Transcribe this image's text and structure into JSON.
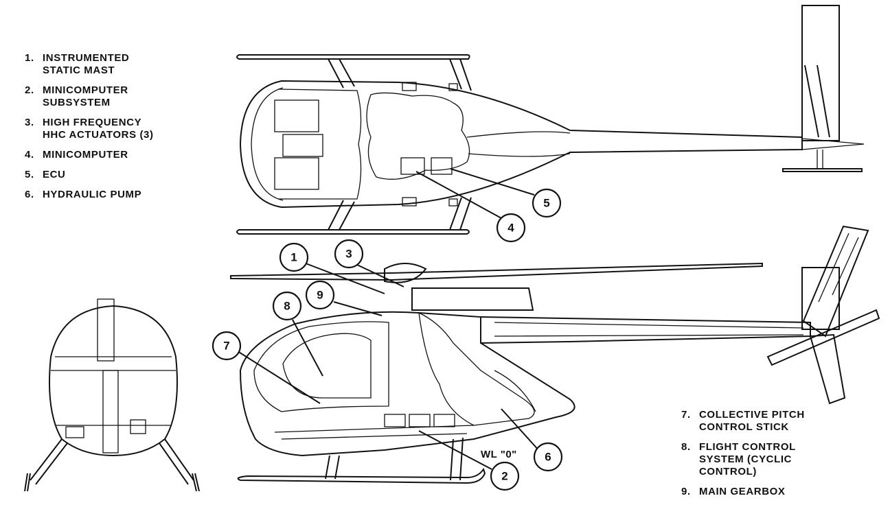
{
  "legend_left": [
    {
      "num": "1.",
      "text": "INSTRUMENTED\nSTATIC MAST"
    },
    {
      "num": "2.",
      "text": "MINICOMPUTER\nSUBSYSTEM"
    },
    {
      "num": "3.",
      "text": "HIGH FREQUENCY\nHHC ACTUATORS (3)"
    },
    {
      "num": "4.",
      "text": "MINICOMPUTER"
    },
    {
      "num": "5.",
      "text": "ECU"
    },
    {
      "num": "6.",
      "text": "HYDRAULIC PUMP"
    }
  ],
  "legend_right": [
    {
      "num": "7.",
      "text": "COLLECTIVE PITCH\nCONTROL STICK"
    },
    {
      "num": "8.",
      "text": "FLIGHT CONTROL\nSYSTEM (CYCLIC\nCONTROL)"
    },
    {
      "num": "9.",
      "text": "MAIN GEARBOX"
    }
  ],
  "callouts": [
    "1",
    "2",
    "3",
    "4",
    "5",
    "6",
    "7",
    "8",
    "9"
  ],
  "waterline_label": "WL \"0\""
}
